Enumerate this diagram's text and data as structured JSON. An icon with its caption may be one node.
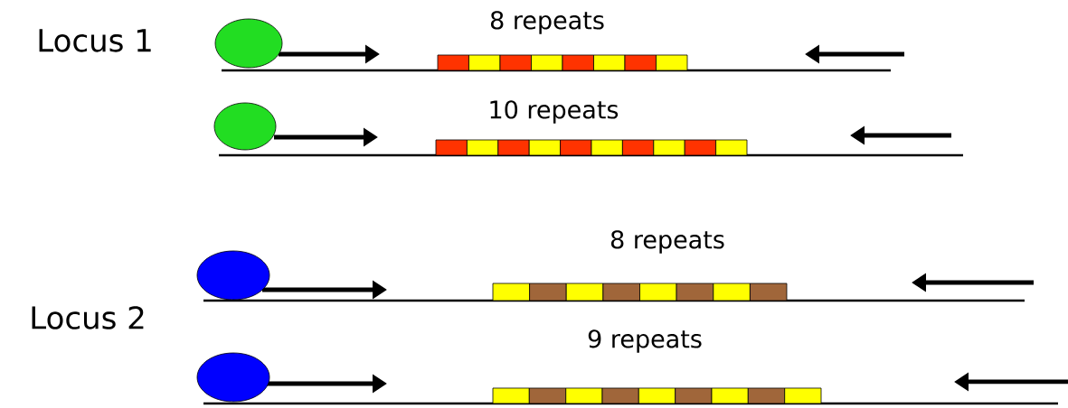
{
  "diagram": {
    "nodes": [
      {
        "text": [],
        "shape": "circle"
      },
      {
        "text": [],
        "shape": "circle"
      },
      {
        "text": [],
        "shape": "circle"
      },
      {
        "text": [],
        "shape": "circle"
      }
    ],
    "labels": [
      "Locus 1",
      "8 repeats",
      "10 repeats",
      "8 repeats",
      "Locus 2",
      "9 repeats"
    ]
  }
}
